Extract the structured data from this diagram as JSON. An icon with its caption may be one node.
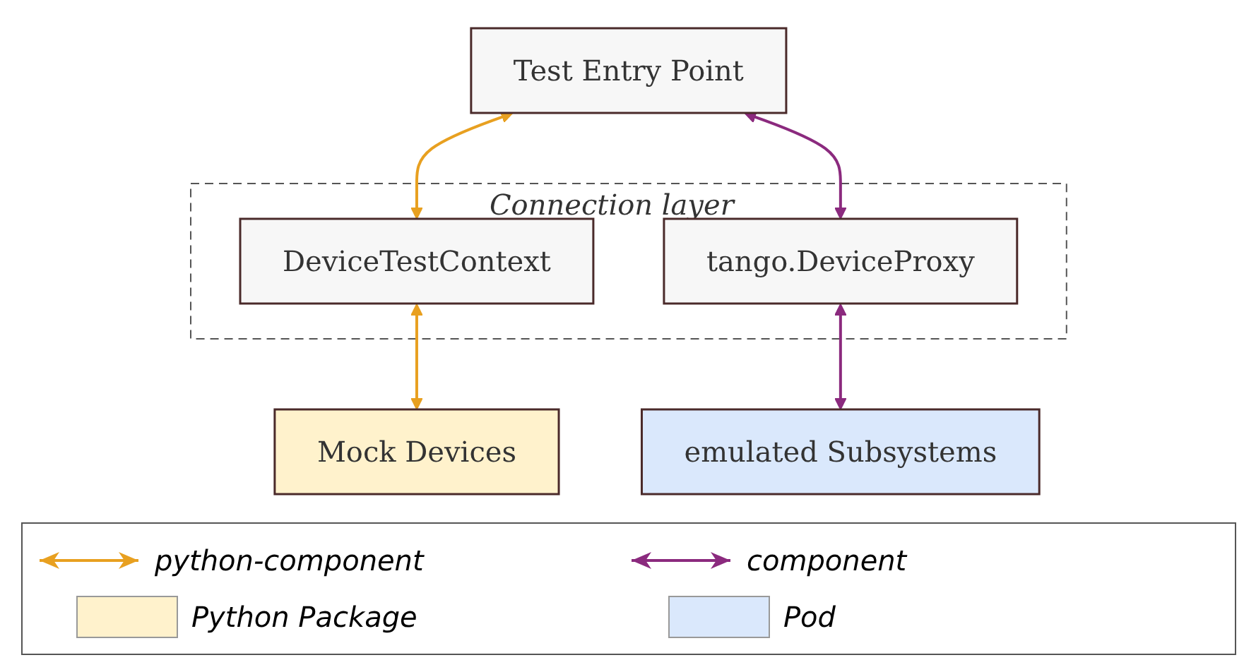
{
  "diagram": {
    "nodes": [
      {
        "text": [
          "Test Entry Point"
        ]
      },
      {
        "text": [
          "Connection layer"
        ]
      },
      {
        "text": [
          "DeviceTestContext"
        ],
        "in": 1
      },
      {
        "text": [
          "tango.DeviceProxy"
        ],
        "in": 1
      },
      {
        "text": [
          "Mock Devices"
        ]
      },
      {
        "text": [
          "emulated Subsystems"
        ]
      }
    ],
    "edges": [
      {
        "from": 0,
        "to": 2,
        "arrow": "both",
        "color": "#e8a020"
      },
      {
        "from": 0,
        "to": 3,
        "arrow": "both",
        "color": "#8b2a7e"
      },
      {
        "from": 2,
        "to": 4,
        "arrow": "both",
        "color": "#e8a020"
      },
      {
        "from": 3,
        "to": 5,
        "arrow": "both",
        "color": "#8b2a7e"
      }
    ],
    "legend": [
      {
        "text": "python-component"
      },
      {
        "text": "component"
      },
      {
        "text": "Python Package",
        "color": "#fff2cc"
      },
      {
        "text": "Pod",
        "color": "#dae8fc"
      }
    ]
  }
}
